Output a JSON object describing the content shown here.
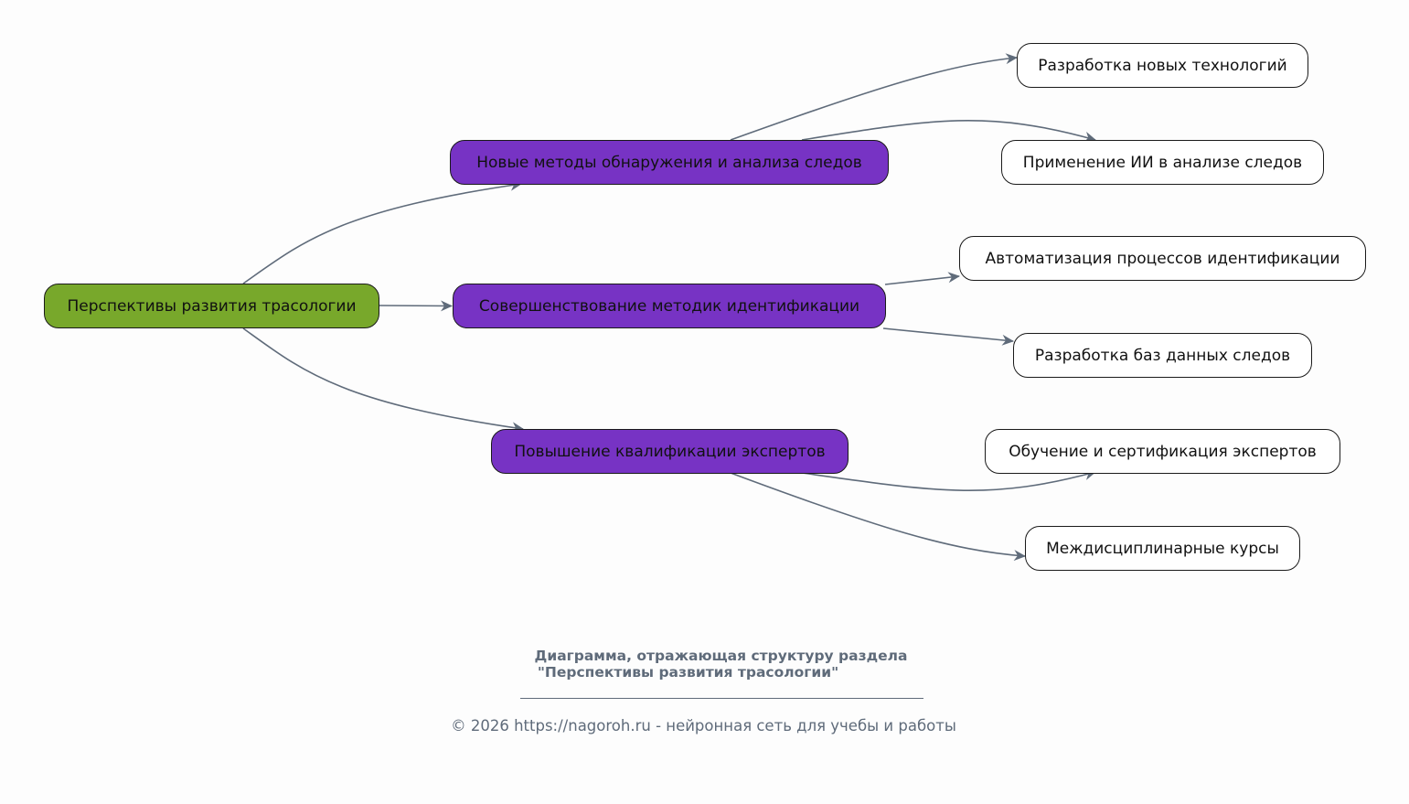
{
  "diagram": {
    "colors": {
      "root": "#78a82b",
      "branch": "#7733c4",
      "leaf": "#ffffff",
      "edge": "#5f6b7a",
      "caption": "#5f6b7a"
    },
    "root": {
      "label": "Перспективы развития трасологии"
    },
    "branches": [
      {
        "label": "Новые методы обнаружения и анализа следов",
        "children": [
          "Разработка новых технологий",
          "Применение ИИ в анализе следов"
        ]
      },
      {
        "label": "Совершенствование методик идентификации",
        "children": [
          "Автоматизация процессов идентификации",
          "Разработка баз данных следов"
        ]
      },
      {
        "label": "Повышение квалификации экспертов",
        "children": [
          "Обучение и сертификация экспертов",
          "Междисциплинарные курсы"
        ]
      }
    ]
  },
  "caption": {
    "line1": "Диаграмма, отражающая структуру раздела",
    "line2": "\"Перспективы развития трасологии\"",
    "footer": "© 2026 https://nagoroh.ru - нейронная сеть для учебы и работы"
  }
}
